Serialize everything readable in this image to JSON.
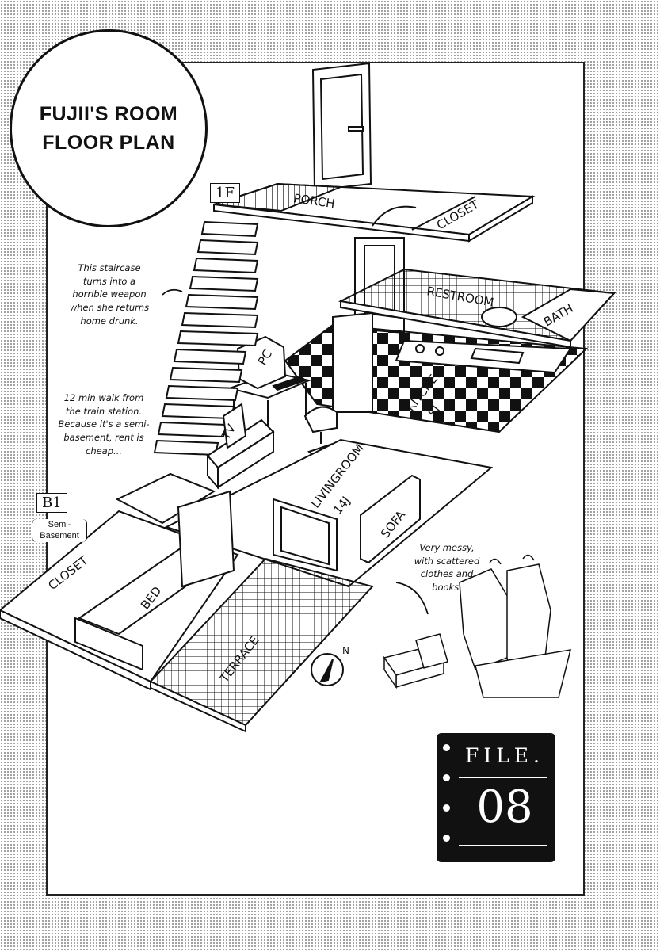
{
  "title": {
    "line1": "FUJII'S ROOM",
    "line2": "FLOOR PLAN"
  },
  "floors": {
    "upper": "1F",
    "lower": "B1",
    "lower_note_1": "Semi-",
    "lower_note_2": "Basement"
  },
  "rooms": {
    "porch": "PORCH",
    "closet_upper": "CLOSET",
    "restroom": "RESTROOM",
    "bath": "BATH",
    "pc": "PC",
    "kitchen": "KITCHEN",
    "kitchen_size": "5J",
    "tv": "TV",
    "livingroom": "LIVINGROOM",
    "livingroom_size": "14J",
    "sofa": "SOFA",
    "closet_lower": "CLOSET",
    "bed": "BED",
    "terrace": "TERRACE",
    "compass": "N"
  },
  "notes": {
    "staircase": [
      "This staircase",
      "turns into a",
      "horrible weapon",
      "when she returns",
      "home drunk."
    ],
    "rent": [
      "12 min walk from",
      "the train station.",
      "Because it's a semi-",
      "basement, rent is",
      "cheap..."
    ],
    "messy": [
      "Very messy,",
      "with scattered",
      "clothes and",
      "books."
    ]
  },
  "file": {
    "label": "FILE.",
    "number": "08"
  }
}
